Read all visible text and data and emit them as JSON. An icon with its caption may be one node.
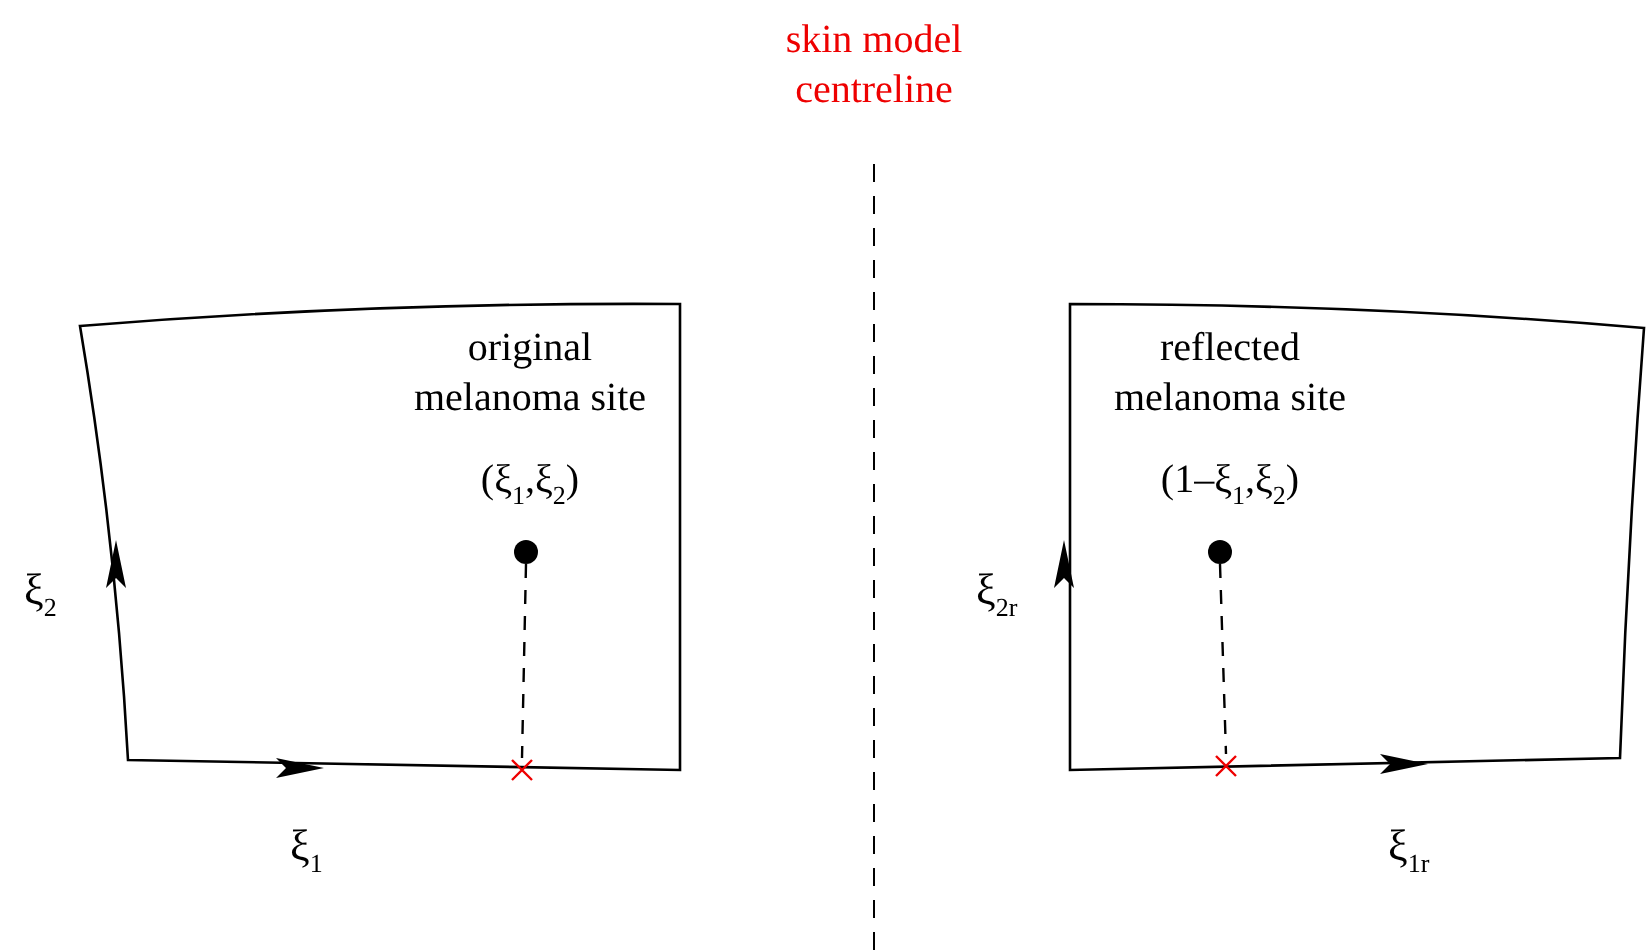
{
  "diagram": {
    "nodes": [
      {
        "text": [
          "original melanoma site",
          "(ξ$_{1}$,ξ$_{2}$)"
        ]
      },
      {
        "text": [],
        "shape": "circle",
        "in": 0
      },
      {
        "text": [],
        "shape": "cross",
        "in": 0
      },
      {
        "text": [
          "reflected melanoma site",
          "(1–ξ$_{1}$,ξ$_{2}$)"
        ]
      },
      {
        "text": [],
        "shape": "circle",
        "in": 3
      },
      {
        "text": [],
        "shape": "cross",
        "in": 3
      }
    ],
    "edges": [
      {
        "from": 1,
        "to": 2,
        "arrow": "none",
        "style": "dashed"
      },
      {
        "from": 4,
        "to": 5,
        "arrow": "none",
        "style": "dashed"
      }
    ],
    "labels": [
      "skin model centreline",
      "ξ$_{2}$",
      "ξ$_{1}$",
      "ξ$_{2r}$",
      "ξ$_{1r}$"
    ]
  }
}
